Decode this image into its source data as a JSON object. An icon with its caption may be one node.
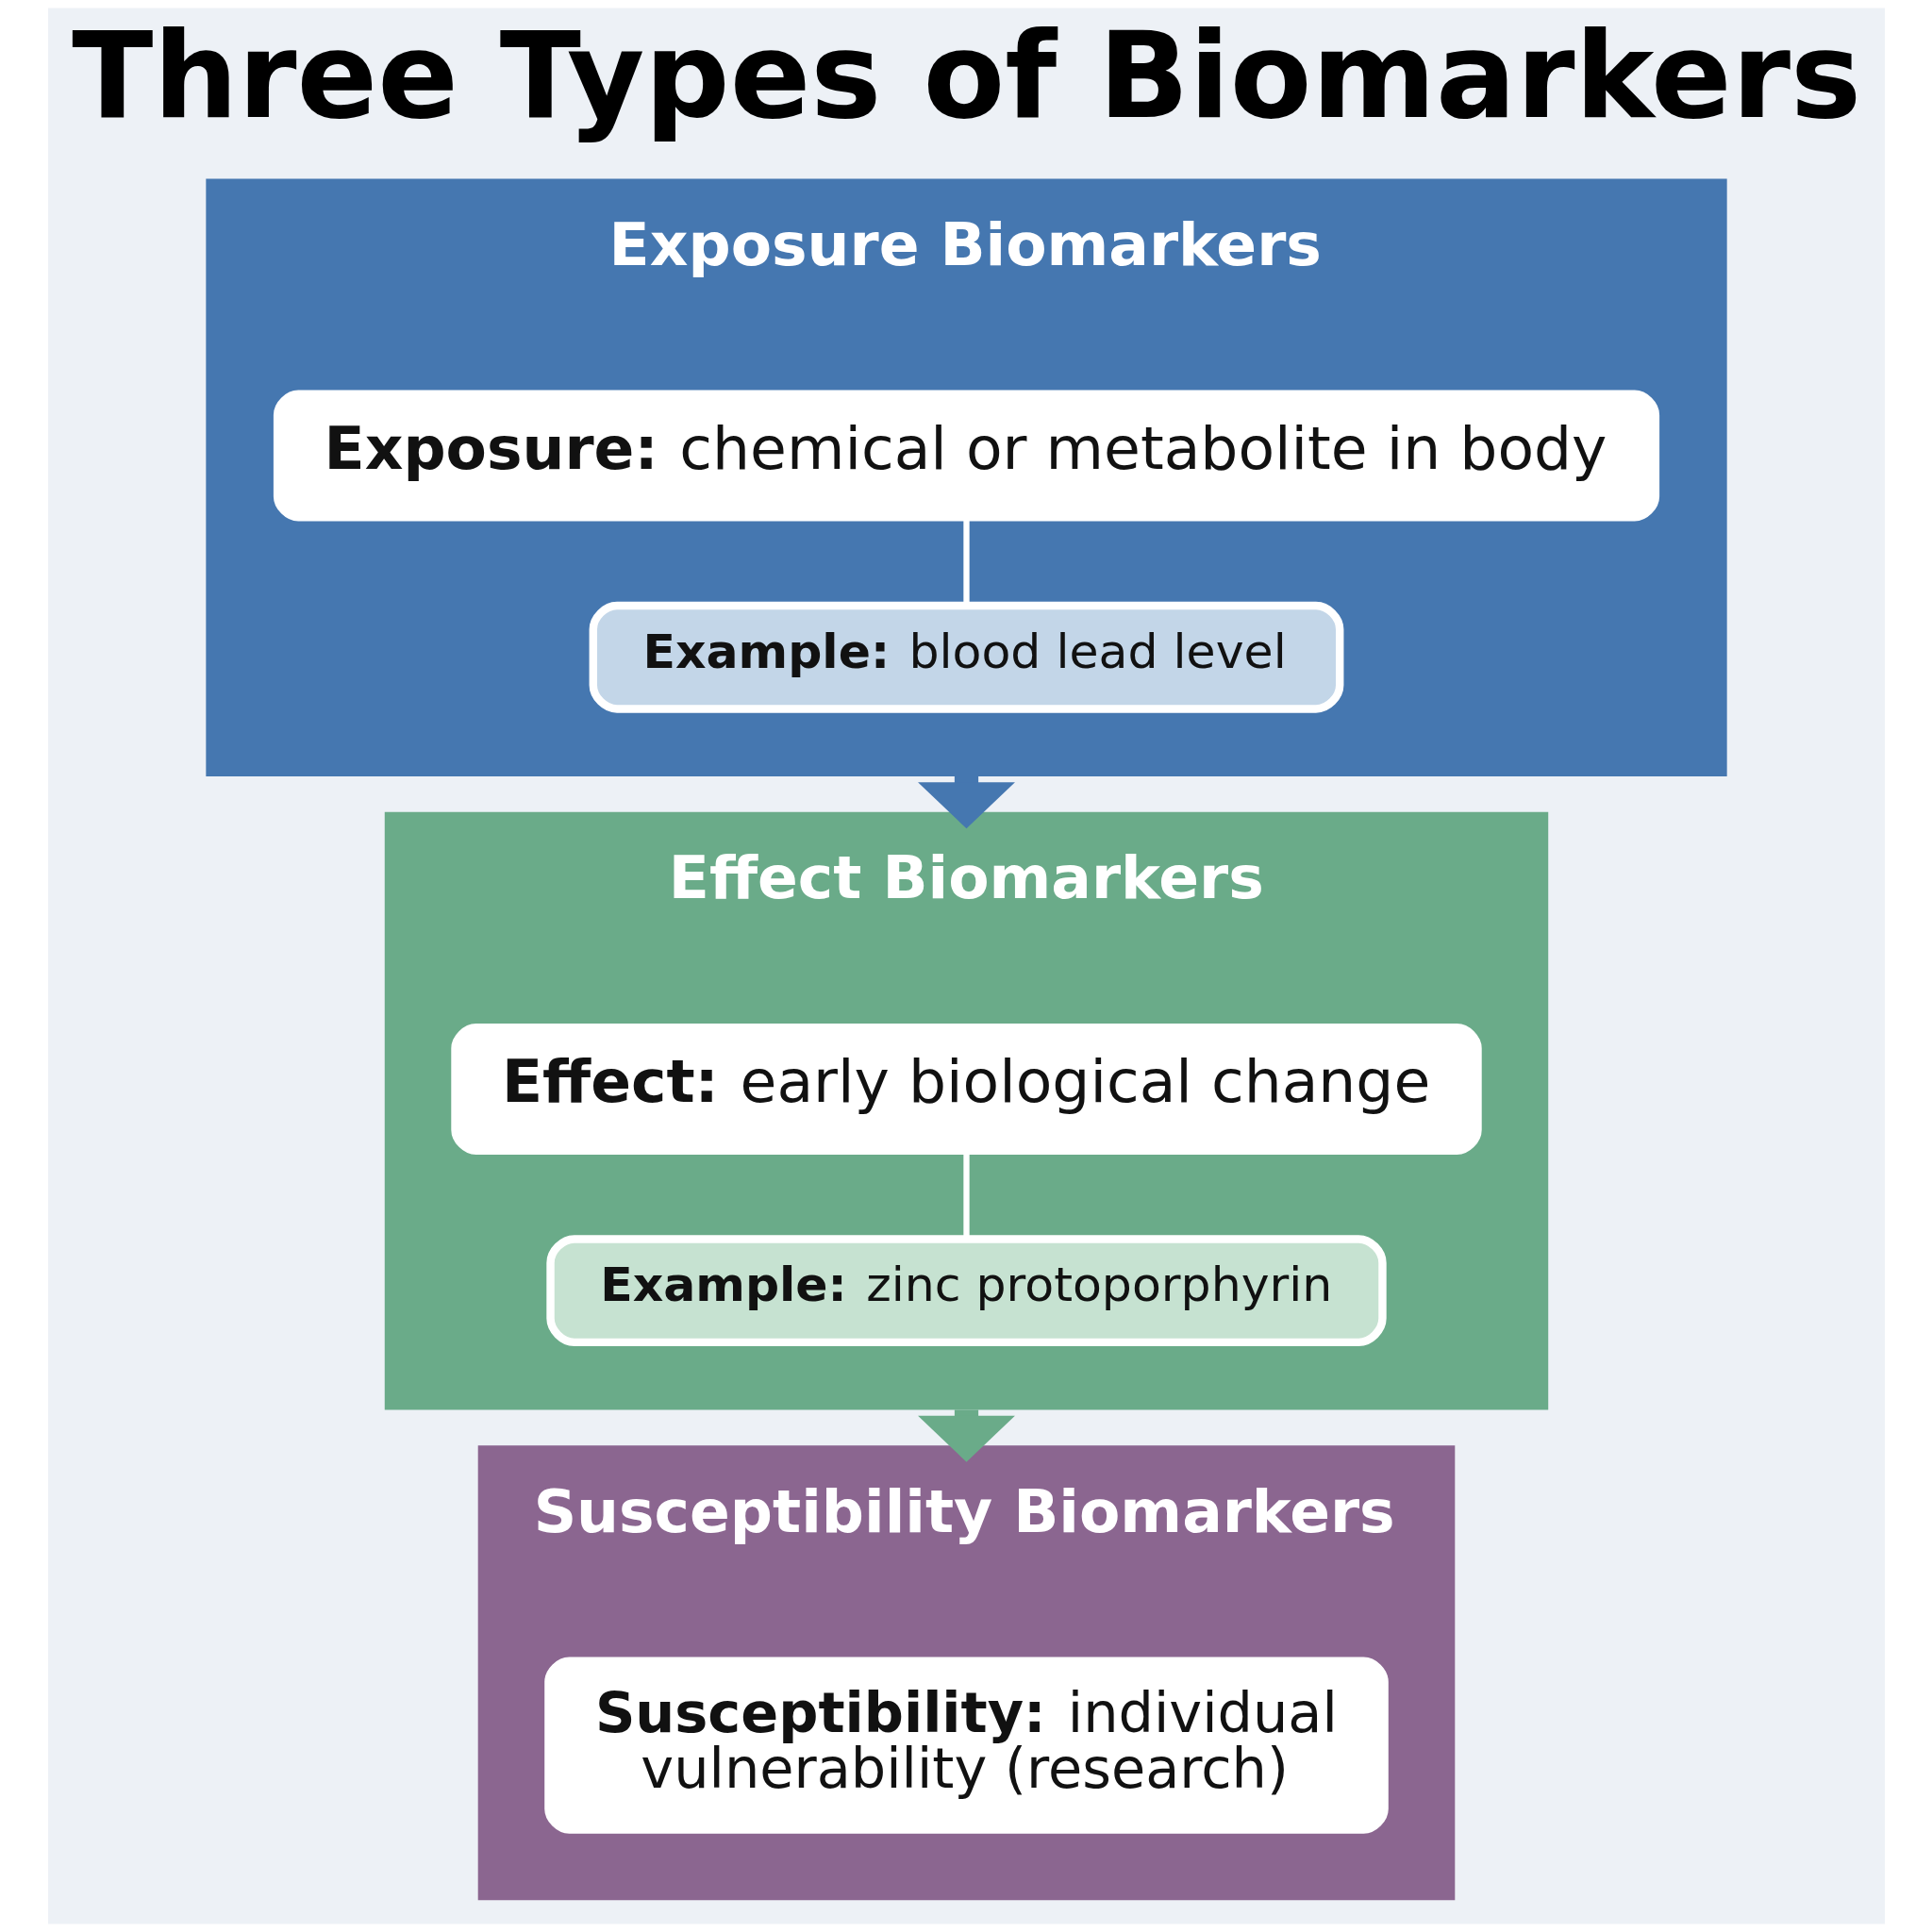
{
  "diagram": {
    "title": "Three Types of Biomarkers",
    "nodes": [
      {
        "text": [
          "Exposure Biomarkers"
        ]
      },
      {
        "text": [
          "**Exposure:** chemical or metabolite in body"
        ],
        "in": 0
      },
      {
        "text": [
          "**Example:** blood lead level"
        ],
        "in": 0
      },
      {
        "text": [
          "Effect Biomarkers"
        ]
      },
      {
        "text": [
          "**Effect:** early biological change"
        ],
        "in": 3
      },
      {
        "text": [
          "**Example:** zinc protoporphyrin"
        ],
        "in": 3
      },
      {
        "text": [
          "Susceptibility Biomarkers"
        ]
      },
      {
        "text": [
          "**Susceptibility:** individual vulnerability (research)"
        ],
        "in": 6
      }
    ],
    "edges": [
      {
        "from": 1,
        "to": 2,
        "arrow": "none"
      },
      {
        "from": 0,
        "to": 3,
        "arrow": "to",
        "style": "thick",
        "color": "#4577b0"
      },
      {
        "from": 4,
        "to": 5,
        "arrow": "none"
      },
      {
        "from": 3,
        "to": 6,
        "arrow": "to",
        "style": "thick",
        "color": "#6aab89"
      }
    ]
  }
}
